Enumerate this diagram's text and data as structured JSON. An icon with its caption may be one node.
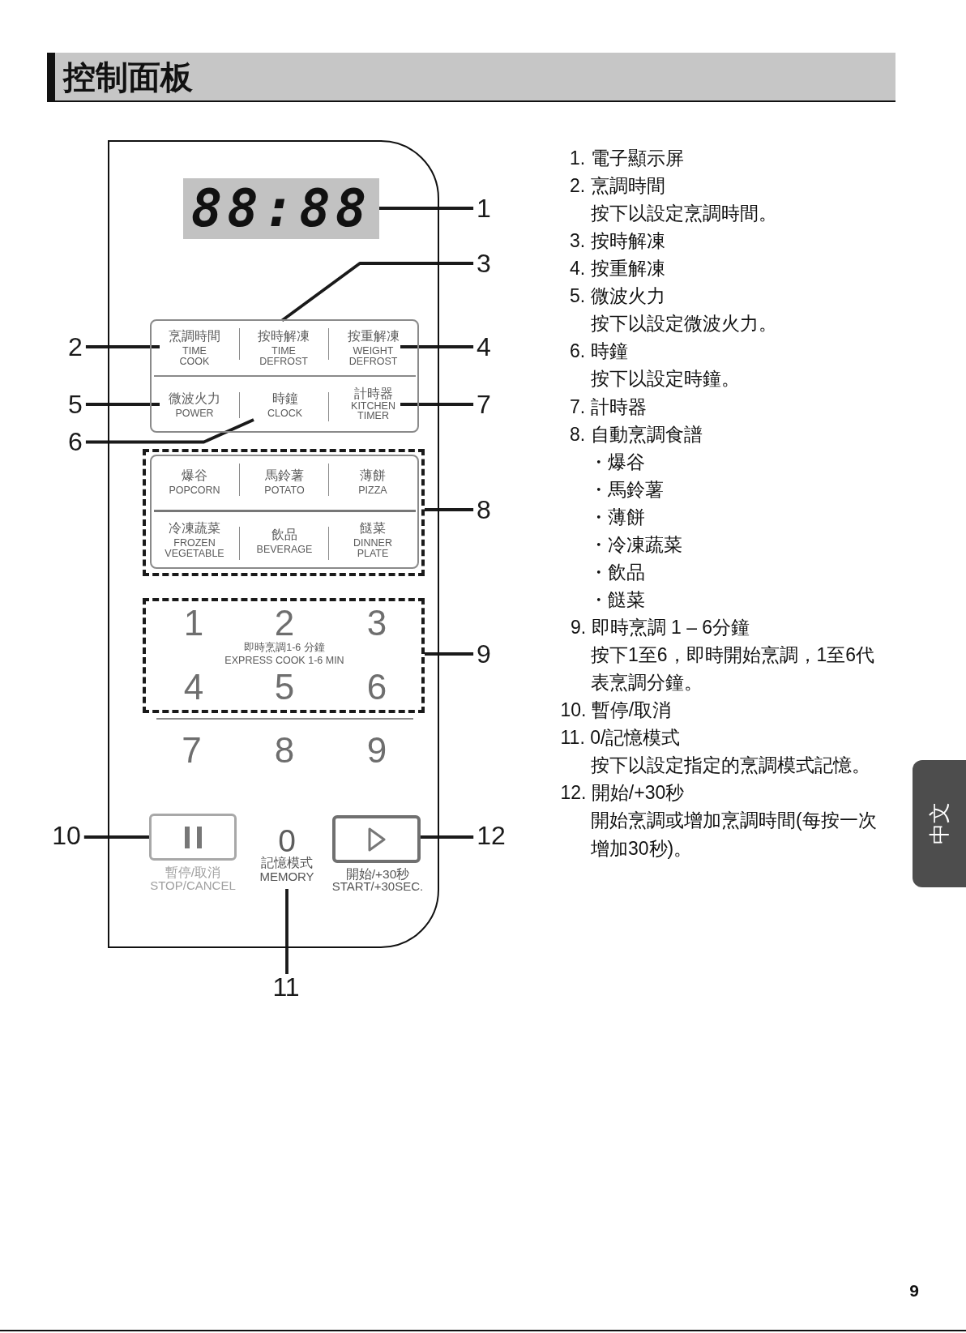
{
  "diagram": {
    "title": "控制面板",
    "nodes": [
      {
        "text": [],
        "shape": "box"
      },
      {
        "text": [
          "88:88"
        ],
        "in": 0
      },
      {
        "text": [],
        "shape": "box",
        "in": 0
      },
      {
        "text": [
          "烹調時間",
          "TIME COOK"
        ],
        "in": 2
      },
      {
        "text": [
          "按時解凍",
          "TIME DEFROST"
        ],
        "in": 2
      },
      {
        "text": [
          "按重解凍",
          "WEIGHT DEFROST"
        ],
        "in": 2
      },
      {
        "text": [
          "微波火力",
          "POWER"
        ],
        "in": 2
      },
      {
        "text": [
          "時鐘",
          "CLOCK"
        ],
        "in": 2
      },
      {
        "text": [
          "計時器",
          "KITCHEN TIMER"
        ],
        "in": 2
      },
      {
        "text": [],
        "shape": "box",
        "in": 0
      },
      {
        "text": [],
        "shape": "box",
        "in": 9
      },
      {
        "text": [
          "爆谷",
          "POPCORN"
        ],
        "in": 10
      },
      {
        "text": [
          "馬鈴薯",
          "POTATO"
        ],
        "in": 10
      },
      {
        "text": [
          "薄餅",
          "PIZZA"
        ],
        "in": 10
      },
      {
        "text": [
          "冷凍蔬菜",
          "FROZEN VEGETABLE"
        ],
        "in": 10
      },
      {
        "text": [
          "飲品",
          "BEVERAGE"
        ],
        "in": 10
      },
      {
        "text": [
          "餸菜",
          "DINNER PLATE"
        ],
        "in": 10
      },
      {
        "text": [
          "1",
          "2",
          "3",
          "即時烹調1-6 分鐘",
          "EXPRESS COOK 1-6 MIN",
          "4",
          "5",
          "6"
        ],
        "in": 0
      },
      {
        "text": [],
        "shape": "box",
        "beside": [
          "暫停/取消",
          "STOP/CANCEL"
        ],
        "in": 0
      },
      {
        "text": [
          "0",
          "記憶模式",
          "MEMORY"
        ],
        "in": 0
      },
      {
        "text": [],
        "shape": "box",
        "beside": [
          "開始/+30秒",
          "START/+30SEC."
        ],
        "in": 0
      },
      {
        "text": [
          "1"
        ]
      },
      {
        "text": [
          "2"
        ]
      },
      {
        "text": [
          "3"
        ]
      },
      {
        "text": [
          "4"
        ]
      },
      {
        "text": [
          "5"
        ]
      },
      {
        "text": [
          "6"
        ]
      },
      {
        "text": [
          "7"
        ]
      },
      {
        "text": [
          "8"
        ]
      },
      {
        "text": [
          "9"
        ]
      },
      {
        "text": [
          "10"
        ]
      },
      {
        "text": [
          "11"
        ]
      },
      {
        "text": [
          "12"
        ]
      },
      {
        "text": [
          "中文"
        ]
      }
    ],
    "edges": [
      {
        "from": 21,
        "to": 1,
        "arrow": "none"
      },
      {
        "from": 22,
        "to": 3,
        "arrow": "none"
      },
      {
        "from": 23,
        "to": 4,
        "arrow": "none"
      },
      {
        "from": 24,
        "to": 5,
        "arrow": "none"
      },
      {
        "from": 25,
        "to": 6,
        "arrow": "none"
      },
      {
        "from": 26,
        "to": 7,
        "arrow": "none"
      },
      {
        "from": 27,
        "to": 8,
        "arrow": "none"
      },
      {
        "from": 28,
        "to": 9,
        "arrow": "none"
      },
      {
        "from": 29,
        "to": 17,
        "arrow": "none"
      },
      {
        "from": 30,
        "to": 18,
        "arrow": "none"
      },
      {
        "from": 31,
        "to": 19,
        "arrow": "none"
      },
      {
        "from": 32,
        "to": 20,
        "arrow": "none"
      }
    ],
    "labels": [
      "7",
      "8",
      "9",
      "1. 電子顯示屏",
      "2. 烹調時間",
      "按下以設定烹調時間。",
      "3. 按時解凍",
      "4. 按重解凍",
      "5. 微波火力",
      "按下以設定微波火力。",
      "6. 時鐘",
      "按下以設定時鐘。",
      "7. 計時器",
      "8. 自動烹調食譜",
      "・爆谷",
      "・馬鈴薯",
      "・薄餅",
      "・冷凍蔬菜",
      "・飲品",
      "・餸菜",
      "9. 即時烹調 1 – 6分鐘",
      "按下1至6，即時開始烹調，1至6代表烹調分鐘。",
      "10. 暫停/取消",
      "11. 0/記憶模式",
      "按下以設定指定的烹調模式記憶。",
      "12. 開始/+30秒",
      "開始烹調或增加烹調時間(每按一次增加30秒)。",
      "9"
    ]
  }
}
